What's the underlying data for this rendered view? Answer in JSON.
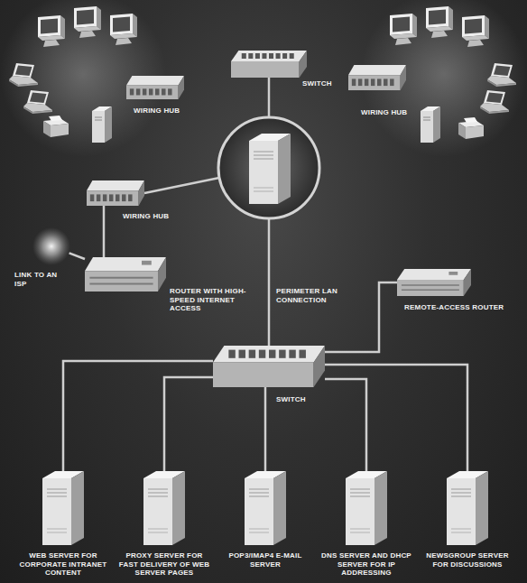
{
  "diagram": {
    "nodes": [
      {
        "text": [
          "WIRING HUB"
        ]
      },
      {
        "text": [
          "SWITCH"
        ]
      },
      {
        "text": [
          "WIRING HUB"
        ]
      },
      {
        "text": [
          "WIRING HUB"
        ]
      },
      {
        "text": [
          "LINK TO AN ISP"
        ]
      },
      {
        "text": [
          "ROUTER WITH HIGH-SPEED INTERNET ACCESS"
        ]
      },
      {
        "text": [
          "REMOTE-ACCESS ROUTER"
        ]
      },
      {
        "text": [
          "SWITCH"
        ]
      },
      {
        "text": [
          "WEB SERVER FOR CORPORATE INTRANET CONTENT"
        ]
      },
      {
        "text": [
          "PROXY SERVER FOR FAST DELIVERY OF WEB SERVER PAGES"
        ]
      },
      {
        "text": [
          "POP3/IMAP4 E-MAIL SERVER"
        ]
      },
      {
        "text": [
          "DNS SERVER AND DHCP SERVER FOR IP ADDRESSING"
        ]
      },
      {
        "text": [
          "NEWSGROUP SERVER FOR DISCUSSIONS"
        ]
      }
    ],
    "edges": [
      {
        "from": 3,
        "to": 5,
        "arrow": "none"
      },
      {
        "from": 4,
        "to": 5,
        "arrow": "none"
      },
      {
        "from": 6,
        "to": 7,
        "arrow": "none"
      },
      {
        "from": 7,
        "to": 8,
        "arrow": "none"
      },
      {
        "from": 7,
        "to": 9,
        "arrow": "none"
      },
      {
        "from": 7,
        "to": 10,
        "arrow": "none"
      },
      {
        "from": 7,
        "to": 11,
        "arrow": "none"
      },
      {
        "from": 7,
        "to": 12,
        "arrow": "none"
      }
    ],
    "labels": [
      "PERIMETER LAN CONNECTION"
    ]
  }
}
